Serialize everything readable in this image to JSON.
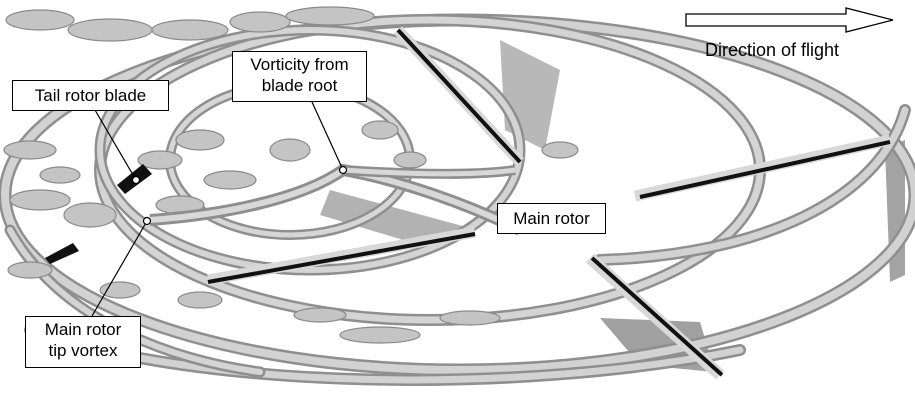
{
  "labels": {
    "tail_rotor_blade": "Tail rotor blade",
    "vorticity_line1": "Vorticity from",
    "vorticity_line2": "blade root",
    "main_rotor": "Main rotor",
    "tip_vortex_line1": "Main rotor",
    "tip_vortex_line2": "tip vortex"
  },
  "direction": {
    "text": "Direction of flight"
  },
  "colors": {
    "background": "#ffffff",
    "vortex_surface": "#c9c9c9",
    "vortex_highlight": "#ececec",
    "vortex_shadow": "#8e8e8e",
    "blade": "#111111",
    "sheet": "#9a9a9a"
  }
}
